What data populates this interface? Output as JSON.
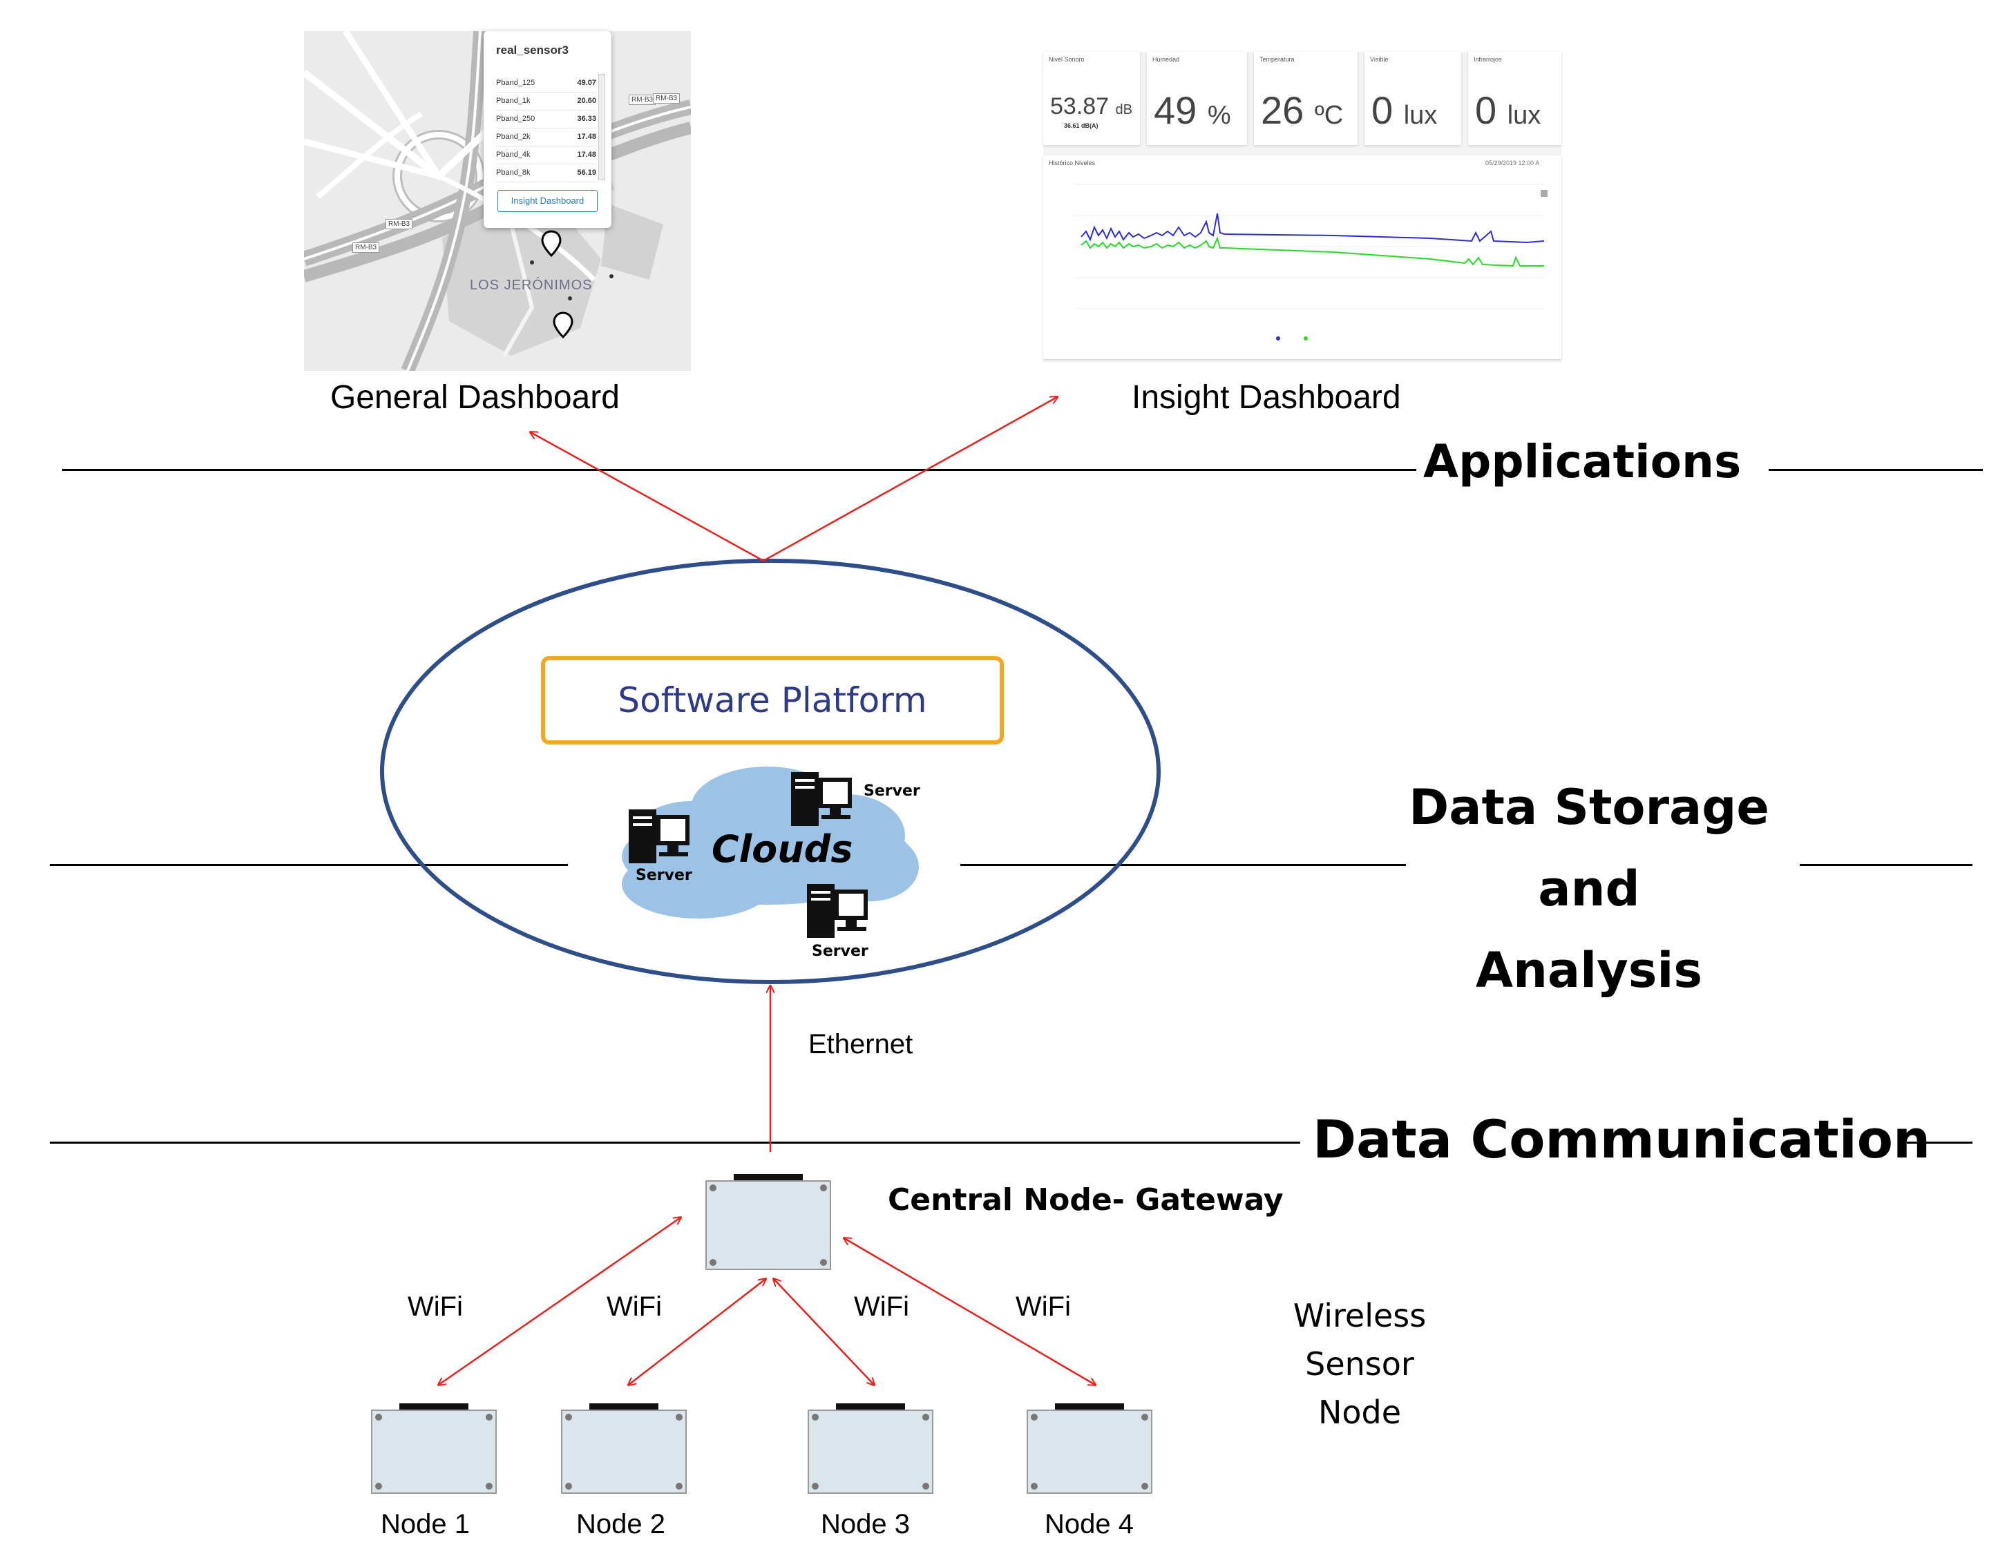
{
  "layers": {
    "applications": "Applications",
    "data_storage_lines": [
      "Data Storage",
      "and",
      "Analysis"
    ],
    "data_communication": "Data Communication"
  },
  "general_dashboard": {
    "caption": "General Dashboard",
    "popup_title": "real_sensor3",
    "popup_rows": [
      {
        "name": "Pband_125",
        "value": "49.07"
      },
      {
        "name": "Pband_1k",
        "value": "20.60"
      },
      {
        "name": "Pband_250",
        "value": "36.33"
      },
      {
        "name": "Pband_2k",
        "value": "17.48"
      },
      {
        "name": "Pband_4k",
        "value": "17.48"
      },
      {
        "name": "Pband_8k",
        "value": "56.19"
      }
    ],
    "popup_button": "Insight Dashboard",
    "area_label": "LOS JERÓNIMOS",
    "road_labels": [
      "RM-B3",
      "RM-B3",
      "RM-B3",
      "RM-B3"
    ]
  },
  "insight_dashboard": {
    "caption": "Insight Dashboard",
    "kpis": [
      {
        "label": "Nivel Sonoro",
        "value": "53.87",
        "unit": "dB",
        "sub": "36.61 dB(A)"
      },
      {
        "label": "Humedad",
        "value": "49",
        "unit": "%"
      },
      {
        "label": "Temperatura",
        "value": "26",
        "unit": "ºC"
      },
      {
        "label": "Visible",
        "value": "0",
        "unit": "lux"
      },
      {
        "label": "Infrarrojos",
        "value": "0",
        "unit": "lux"
      }
    ],
    "history_title": "Histórico Niveles",
    "history_date": "05/29/2019 12:00 A",
    "colors": {
      "series_1": "#2b2bd8",
      "series_2": "#22dd22"
    }
  },
  "platform": {
    "software_platform": "Software Platform",
    "clouds": "Clouds",
    "server_label": "Server",
    "box_color": "#f5a623",
    "ellipse_color": "#2e4e8a",
    "cloud_color": "#9cc3e6"
  },
  "communication": {
    "ethernet": "Ethernet",
    "central_node": "Central Node- Gateway",
    "wifi": [
      "WiFi",
      "WiFi",
      "WiFi",
      "WiFi"
    ],
    "wireless_sensor_node": "Wireless Sensor Node",
    "nodes": [
      "Node 1",
      "Node 2",
      "Node 3",
      "Node 4"
    ],
    "arrow_color": "#e8201c"
  }
}
